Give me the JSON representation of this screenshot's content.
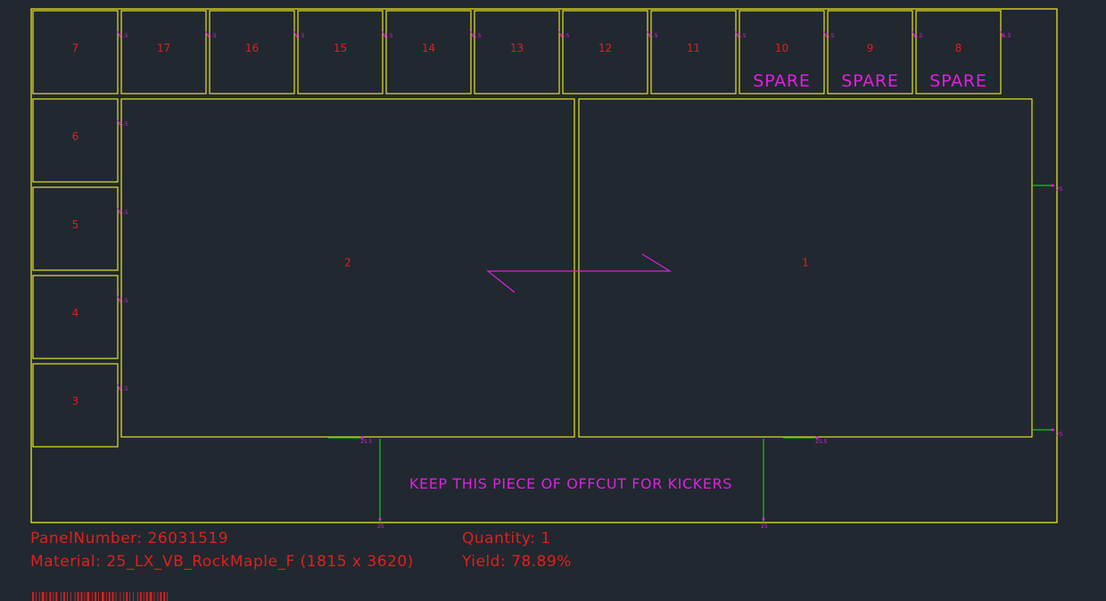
{
  "parts": [
    {
      "id": "7",
      "label": "7"
    },
    {
      "id": "17",
      "label": "17"
    },
    {
      "id": "16",
      "label": "16"
    },
    {
      "id": "15",
      "label": "15"
    },
    {
      "id": "14",
      "label": "14"
    },
    {
      "id": "13",
      "label": "13"
    },
    {
      "id": "12",
      "label": "12"
    },
    {
      "id": "11",
      "label": "11"
    },
    {
      "id": "10",
      "label": "10",
      "note": "SPARE"
    },
    {
      "id": "9",
      "label": "9",
      "note": "SPARE"
    },
    {
      "id": "8",
      "label": "8",
      "note": "SPARE"
    },
    {
      "id": "6",
      "label": "6"
    },
    {
      "id": "5",
      "label": "5"
    },
    {
      "id": "4",
      "label": "4"
    },
    {
      "id": "3",
      "label": "3"
    },
    {
      "id": "2",
      "label": "2"
    },
    {
      "id": "1",
      "label": "1"
    }
  ],
  "cut_marks": {
    "kerf": "5.5",
    "bottom_left": "25.5",
    "bottom_right": "25.5",
    "base_left": "25",
    "base_right": "25",
    "right_upper": "25",
    "right_lower": "25"
  },
  "offcut_note": "KEEP THIS PIECE OF OFFCUT FOR KICKERS",
  "info": {
    "panel_label": "PanelNumber:",
    "panel_value": "26031519",
    "material_label": "Material:",
    "material_value": "25_LX_VB_RockMaple_F (1815 x 3620)",
    "quantity_label": "Quantity:",
    "quantity_value": "1",
    "yield_label": "Yield:",
    "yield_value": "78.89%"
  },
  "colors": {
    "background": "#212830",
    "outline": "#e6e31e",
    "part_label": "#e0201c",
    "annotation": "#df20df",
    "dimension": "#1fbf1f"
  }
}
